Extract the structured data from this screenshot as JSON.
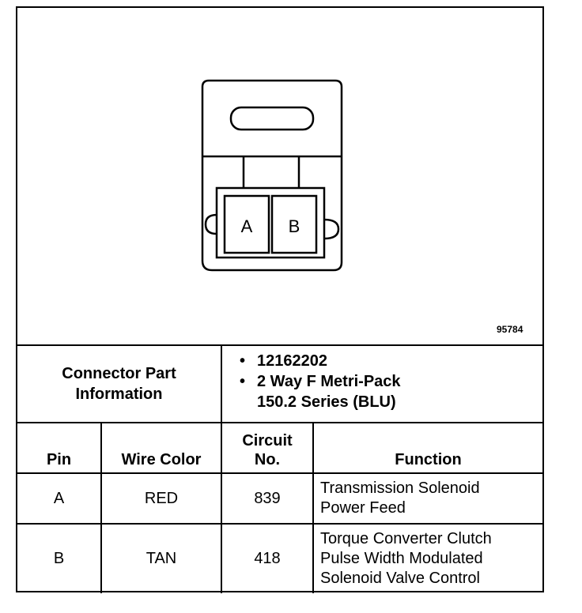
{
  "figure_number": "95784",
  "connector": {
    "pin_labels": [
      "A",
      "B"
    ]
  },
  "part_info": {
    "label_line1": "Connector Part",
    "label_line2": "Information",
    "bullets": [
      "12162202",
      "2 Way F Metri-Pack",
      "150.2 Series (BLU)"
    ]
  },
  "table": {
    "headers": {
      "pin": "Pin",
      "wire_color": "Wire Color",
      "circuit_line1": "Circuit",
      "circuit_line2": "No.",
      "function": "Function"
    },
    "rows": [
      {
        "pin": "A",
        "wire_color": "RED",
        "circuit": "839",
        "function_lines": [
          "Transmission Solenoid",
          "Power Feed"
        ]
      },
      {
        "pin": "B",
        "wire_color": "TAN",
        "circuit": "418",
        "function_lines": [
          "Torque Converter Clutch",
          "Pulse Width Modulated",
          "Solenoid Valve Control"
        ]
      }
    ]
  }
}
